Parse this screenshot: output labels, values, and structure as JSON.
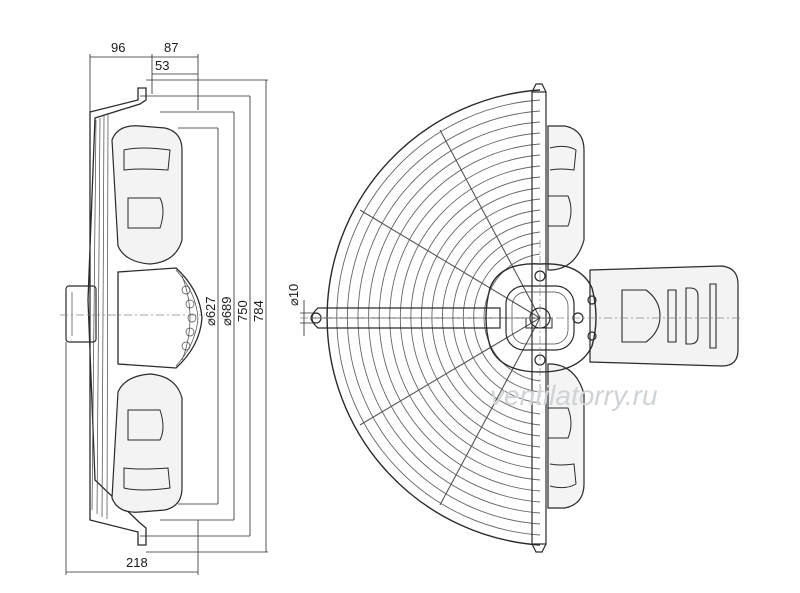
{
  "dimensions": {
    "top_left": "96",
    "top_right": "87",
    "top_inner": "53",
    "bottom_width": "218",
    "diam_627": "⌀627",
    "diam_689": "⌀689",
    "height_750": "750",
    "height_784": "784",
    "hole_10": "⌀10"
  },
  "watermark": "ventilatorry.ru"
}
